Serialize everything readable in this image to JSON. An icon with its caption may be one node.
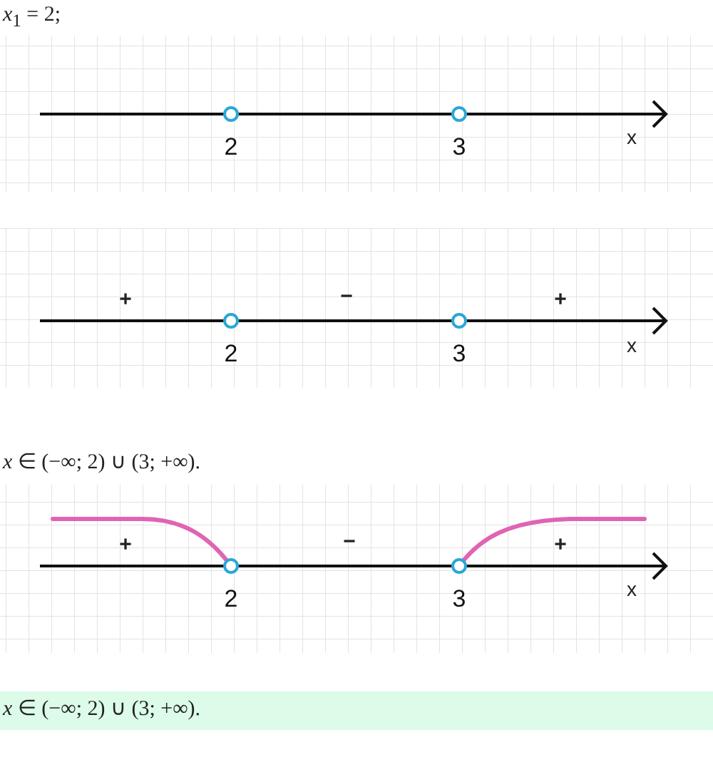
{
  "diagram": {
    "labels": [
      "*x*$_{1}$ = 2;",
      "2",
      "3",
      "x",
      "+",
      "−",
      "+",
      "2",
      "3",
      "x",
      "*x* ∈ (−∞; 2) ∪ (3; +∞).",
      "+",
      "−",
      "+",
      "2",
      "3",
      "x",
      "*x* ∈ (−∞; 2) ∪ (3; +∞)."
    ]
  }
}
